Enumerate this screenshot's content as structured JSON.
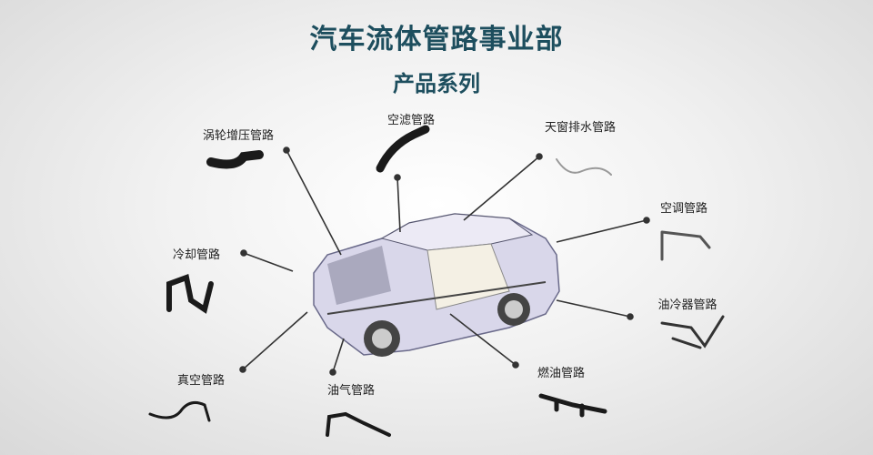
{
  "header": {
    "title": "汽车流体管路事业部",
    "subtitle": "产品系列"
  },
  "products": [
    {
      "label": "涡轮增压管路"
    },
    {
      "label": "空滤管路"
    },
    {
      "label": "天窗排水管路"
    },
    {
      "label": "空调管路"
    },
    {
      "label": "冷却管路"
    },
    {
      "label": "油冷器管路"
    },
    {
      "label": "真空管路"
    },
    {
      "label": "油气管路"
    },
    {
      "label": "燃油管路"
    }
  ],
  "colors": {
    "title": "#1d4e5e",
    "line": "#333333",
    "hose": "#1a1a1a"
  }
}
